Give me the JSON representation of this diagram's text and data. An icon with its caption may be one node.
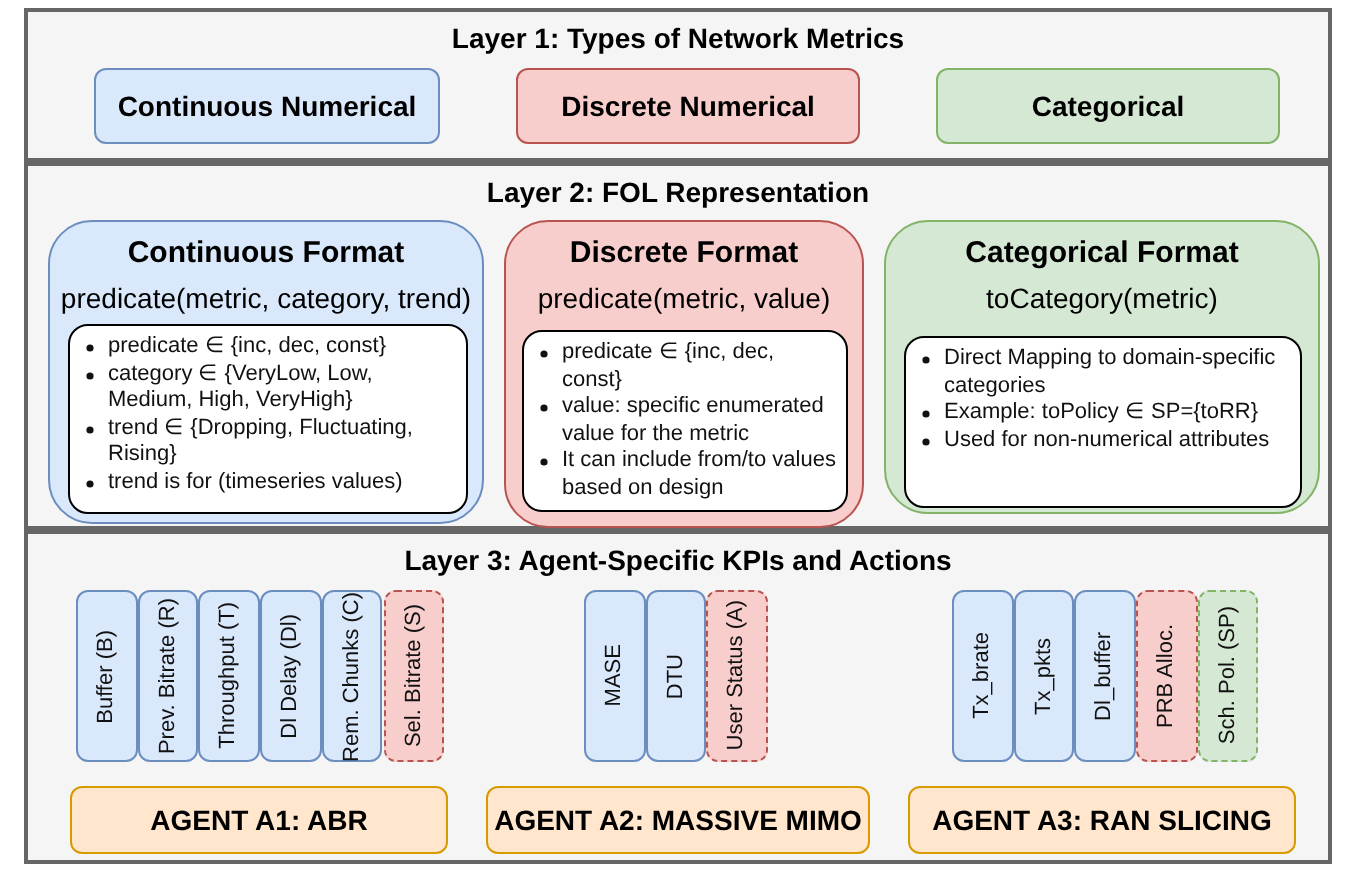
{
  "diagram": {
    "nodes": [
      {
        "text": [
          "Layer 1: Types of Network Metrics"
        ]
      },
      {
        "text": [
          "Continuous Numerical"
        ],
        "in": 0
      },
      {
        "text": [
          "Discrete Numerical"
        ],
        "in": 0
      },
      {
        "text": [
          "Categorical"
        ],
        "in": 0
      },
      {
        "text": [
          "Layer 2: FOL Representation"
        ]
      },
      {
        "text": [
          "Continuous Format",
          "predicate(metric, category, trend)"
        ],
        "in": 4
      },
      {
        "text": [
          "predicate ∈ {inc, dec, const}",
          "category ∈ {VeryLow, Low, Medium, High, VeryHigh}",
          "trend ∈ {Dropping, Fluctuating, Rising}",
          "trend is for (timeseries values)"
        ],
        "in": 5
      },
      {
        "text": [
          "Discrete Format",
          "predicate(metric, value)"
        ],
        "in": 4
      },
      {
        "text": [
          "predicate ∈ {inc, dec, const}",
          "value: specific enumerated value for the metric",
          "It can include from/to values based on design"
        ],
        "in": 7
      },
      {
        "text": [
          "Categorical Format",
          "toCategory(metric)"
        ],
        "in": 4
      },
      {
        "text": [
          "Direct Mapping to domain-specific categories",
          "Example: toPolicy ∈ SP={toRR}",
          "Used for non-numerical attributes"
        ],
        "in": 9
      },
      {
        "text": [
          "Layer 3: Agent-Specific KPIs and Actions"
        ]
      },
      {
        "text": [
          "Buffer (B)"
        ],
        "in": 11
      },
      {
        "text": [
          "Prev. Bitrate (R)"
        ],
        "in": 11
      },
      {
        "text": [
          "Throughput (T)"
        ],
        "in": 11
      },
      {
        "text": [
          "Dl Delay (Dl)"
        ],
        "in": 11
      },
      {
        "text": [
          "Rem. Chunks (C)"
        ],
        "in": 11
      },
      {
        "text": [
          "Sel. Bitrate (S)"
        ],
        "in": 11
      },
      {
        "text": [
          "MASE"
        ],
        "in": 11
      },
      {
        "text": [
          "DTU"
        ],
        "in": 11
      },
      {
        "text": [
          "User Status (A)"
        ],
        "in": 11
      },
      {
        "text": [
          "Tx_brate"
        ],
        "in": 11
      },
      {
        "text": [
          "Tx_pkts"
        ],
        "in": 11
      },
      {
        "text": [
          "Dl_buffer"
        ],
        "in": 11
      },
      {
        "text": [
          "PRB Alloc."
        ],
        "in": 11
      },
      {
        "text": [
          "Sch. Pol. (SP)"
        ],
        "in": 11
      },
      {
        "text": [
          "AGENT A1: ABR"
        ],
        "in": 11
      },
      {
        "text": [
          "AGENT A2: MASSIVE MIMO"
        ],
        "in": 11
      },
      {
        "text": [
          "AGENT A3: RAN SLICING"
        ],
        "in": 11
      }
    ]
  }
}
